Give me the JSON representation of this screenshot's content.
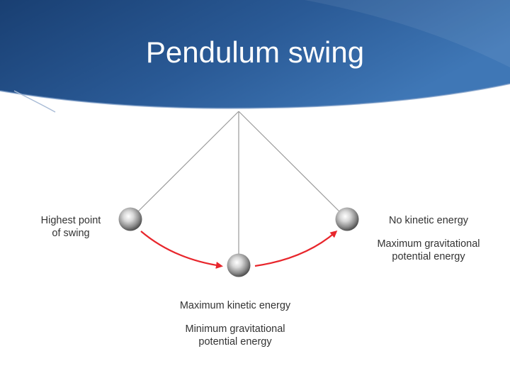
{
  "slide": {
    "title": "Pendulum swing",
    "colors": {
      "header_dark": "#1c4579",
      "header_light": "#3d72b0",
      "arrow": "#e8262c",
      "string": "#9a9a9a",
      "text": "#333333"
    }
  },
  "diagram": {
    "left_label_line1": "Highest point",
    "left_label_line2": "of swing",
    "right_label_top": "No kinetic energy",
    "right_label_line1": "Maximum gravitational",
    "right_label_line2": "potential energy",
    "bottom_label_top": "Maximum kinetic energy",
    "bottom_label_line1": "Minimum gravitational",
    "bottom_label_line2": "potential energy"
  }
}
